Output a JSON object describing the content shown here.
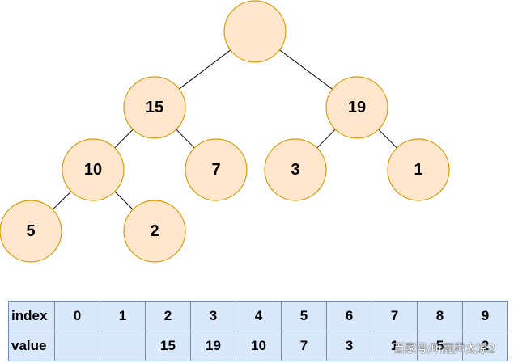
{
  "tree": {
    "nodes": [
      {
        "id": "root",
        "label": ""
      },
      {
        "id": "n15",
        "label": "15"
      },
      {
        "id": "n19",
        "label": "19"
      },
      {
        "id": "n10",
        "label": "10"
      },
      {
        "id": "n7",
        "label": "7"
      },
      {
        "id": "n3",
        "label": "3"
      },
      {
        "id": "n1",
        "label": "1"
      },
      {
        "id": "n5",
        "label": "5"
      },
      {
        "id": "n2",
        "label": "2"
      }
    ],
    "edges": [
      [
        "root",
        "n15"
      ],
      [
        "root",
        "n19"
      ],
      [
        "n15",
        "n10"
      ],
      [
        "n15",
        "n7"
      ],
      [
        "n19",
        "n3"
      ],
      [
        "n19",
        "n1"
      ],
      [
        "n10",
        "n5"
      ],
      [
        "n10",
        "n2"
      ]
    ]
  },
  "array": {
    "index_header": "index",
    "value_header": "value",
    "indices": [
      "0",
      "1",
      "2",
      "3",
      "4",
      "5",
      "6",
      "7",
      "8",
      "9"
    ],
    "values": [
      "",
      "",
      "15",
      "19",
      "10",
      "7",
      "3",
      "1",
      "5",
      "2"
    ]
  },
  "watermark": "百家号/听雨声太凉2",
  "colors": {
    "node_fill": "#ffe6cc",
    "node_stroke": "#d79b00",
    "cell_fill": "#dae8fc",
    "cell_stroke": "#6c8ebf"
  }
}
